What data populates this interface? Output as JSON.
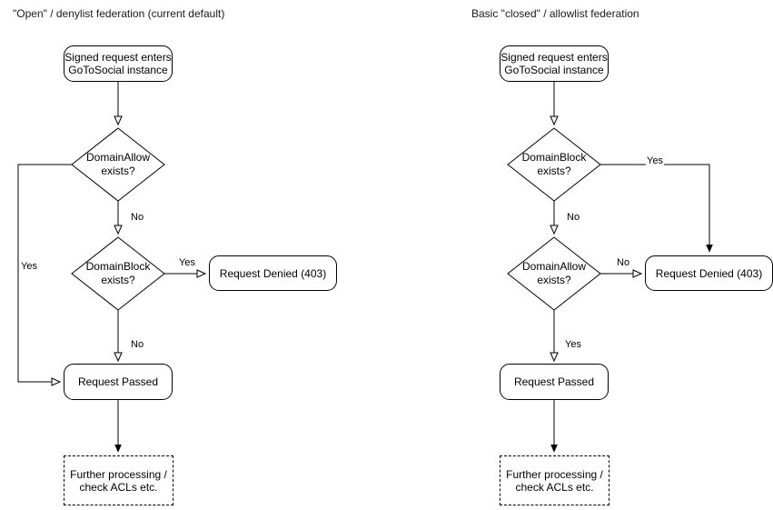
{
  "diagram": {
    "type": "flowchart",
    "title_left": "\"Open\" / denylist federation (current default)",
    "title_right": "Basic \"closed\" / allowlist federation",
    "columns": [
      {
        "id": "open-denylist",
        "title": "\"Open\" / denylist federation (current default)",
        "nodes": {
          "entry": "Signed request enters\nGoToSocial instance",
          "entry_line1": "Signed request enters",
          "entry_line2": "GoToSocial instance",
          "decision1_line1": "DomainAllow",
          "decision1_line2": "exists?",
          "decision2_line1": "DomainBlock",
          "decision2_line2": "exists?",
          "denied": "Request Denied (403)",
          "passed": "Request Passed",
          "further_line1": "Further processing /",
          "further_line2": "check ACLs etc."
        },
        "edges": {
          "allow_yes": "Yes",
          "allow_no": "No",
          "block_yes": "Yes",
          "block_no": "No"
        }
      },
      {
        "id": "closed-allowlist",
        "title": "Basic \"closed\" / allowlist federation",
        "nodes": {
          "entry_line1": "Signed request enters",
          "entry_line2": "GoToSocial instance",
          "decision1_line1": "DomainBlock",
          "decision1_line2": "exists?",
          "decision2_line1": "DomainAllow",
          "decision2_line2": "exists?",
          "denied": "Request Denied (403)",
          "passed": "Request Passed",
          "further_line1": "Further processing /",
          "further_line2": "check ACLs etc."
        },
        "edges": {
          "block_yes": "Yes",
          "block_no": "No",
          "allow_no": "No",
          "allow_yes": "Yes"
        }
      }
    ],
    "colors": {
      "stroke": "#000000",
      "fill": "#ffffff",
      "text": "#000000",
      "title_text": "#1a1a1a"
    }
  }
}
